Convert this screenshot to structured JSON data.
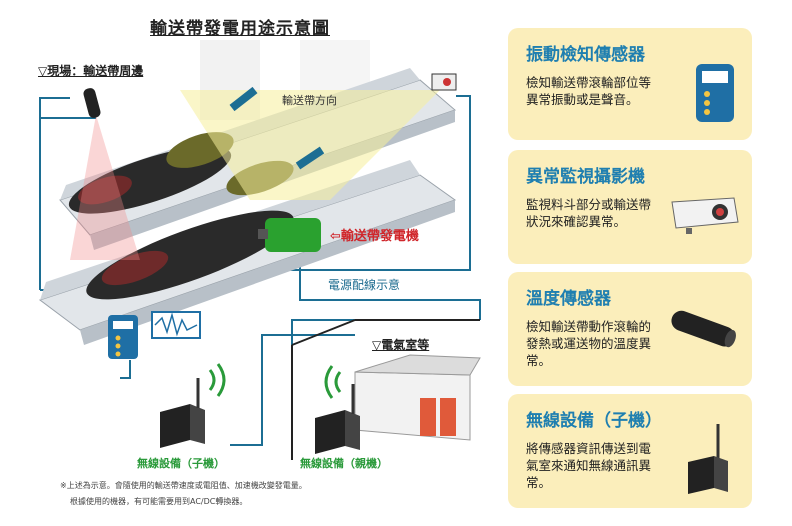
{
  "title": "輸送帶發電用途示意圖",
  "site_label": "▽現場：輸送帶周邊",
  "room_label": "▽電氣室等",
  "belt_direction": "輸送帶方向",
  "generator_label": "⇦輸送帶發電機",
  "wiring_label": "電源配線示意",
  "child_device_label": "無線設備（子機）",
  "parent_device_label": "無線設備（親機）",
  "notes": [
    "※上述為示意。會隨使用的輸送帶速度或電阻值、加速機改變發電量。",
    "根據使用的機器，有可能需要用到AC/DC轉換器。"
  ],
  "cards": [
    {
      "title": "振動檢知傳感器",
      "text": "檢知輸送帶滾輪部位等異常振動或是聲音。",
      "icon": "vibration-sensor-icon"
    },
    {
      "title": "異常監視攝影機",
      "text": "監視料斗部分或輸送帶狀況來確認異常。",
      "icon": "camera-icon"
    },
    {
      "title": "溫度傳感器",
      "text": "檢知輸送帶動作滾輪的發熱或運送物的溫度異常。",
      "icon": "temperature-sensor-icon"
    },
    {
      "title": "無線設備（子機）",
      "text": "將傳感器資訊傳送到電氣室來通知無線通訊異常。",
      "icon": "wireless-device-icon"
    }
  ],
  "colors": {
    "wire": "#1c6e93",
    "card_bg": "#fbeebb",
    "card_title": "#1f7fb0",
    "generator": "#2aa12f",
    "alert": "#d0262b",
    "signal": "#2a9a3a"
  }
}
